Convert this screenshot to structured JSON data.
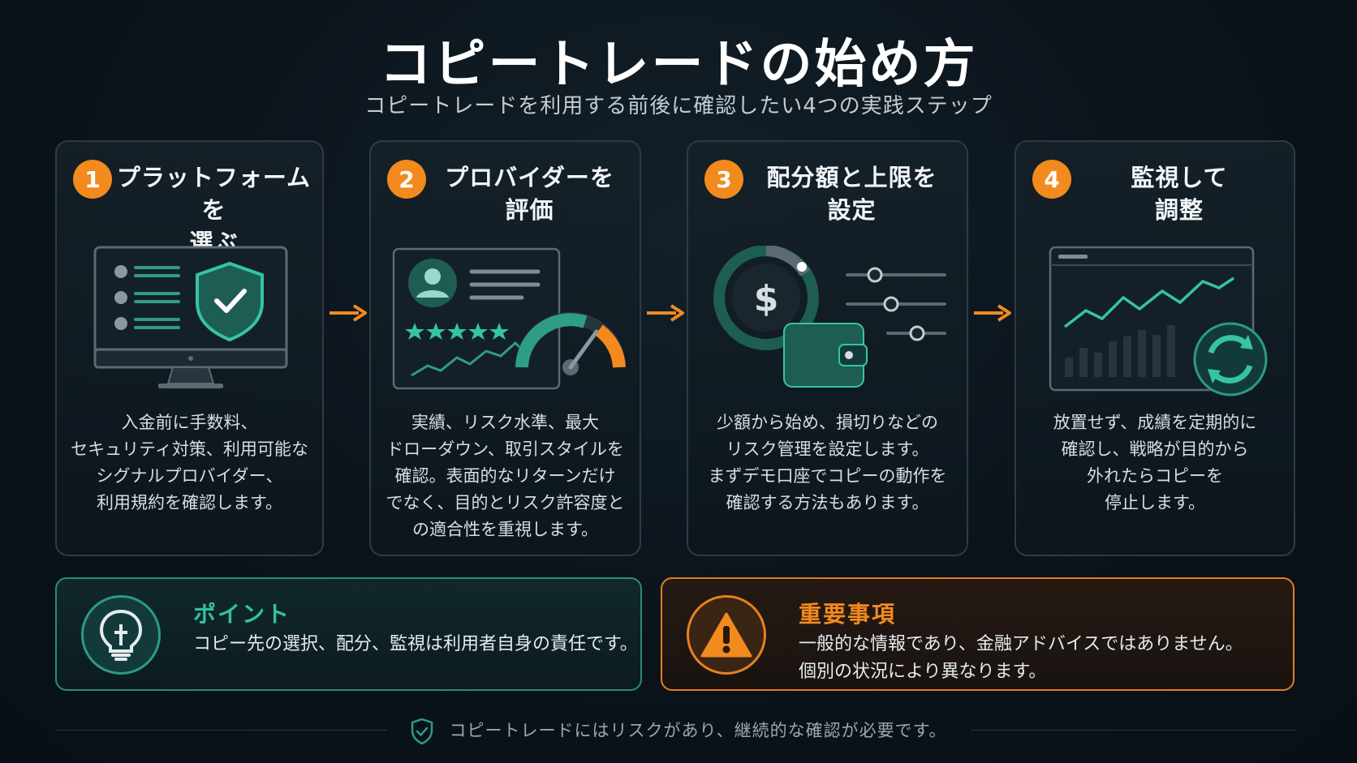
{
  "header": {
    "title": "コピートレードの始め方",
    "subtitle": "コピートレードを利用する前後に確認したい4つの実践ステップ"
  },
  "steps": [
    {
      "number": "1",
      "title_line1": "プラットフォームを",
      "title_line2": "選ぶ",
      "desc": [
        "入金前に手数料、",
        "セキュリティ対策、利用可能な",
        "シグナルプロバイダー、",
        "利用規約を確認します。"
      ],
      "icon": "monitor-shield-icon"
    },
    {
      "number": "2",
      "title_line1": "プロバイダーを",
      "title_line2": "評価",
      "desc": [
        "実績、リスク水準、最大",
        "ドローダウン、取引スタイルを",
        "確認。表面的なリターンだけ",
        "でなく、目的とリスク許容度と",
        "の適合性を重視します。"
      ],
      "icon": "profile-gauge-icon"
    },
    {
      "number": "3",
      "title_line1": "配分額と上限を",
      "title_line2": "設定",
      "desc": [
        "少額から始め、損切りなどの",
        "リスク管理を設定します。",
        "まずデモ口座でコピーの動作を",
        "確認する方法もあります。"
      ],
      "icon": "dollar-wallet-sliders-icon"
    },
    {
      "number": "4",
      "title_line1": "監視して",
      "title_line2": "調整",
      "desc": [
        "放置せず、成績を定期的に",
        "確認し、戦略が目的から",
        "外れたらコピーを",
        "停止します。"
      ],
      "icon": "chart-refresh-icon"
    }
  ],
  "point": {
    "heading": "ポイント",
    "body": "コピー先の選択、配分、監視は利用者自身の責任です。",
    "icon": "lightbulb-icon"
  },
  "warning": {
    "heading": "重要事項",
    "body_line1": "一般的な情報であり、金融アドバイスではありません。",
    "body_line2": "個別の状況により異なります。",
    "icon": "warning-icon"
  },
  "footer": {
    "text": "コピートレードにはリスクがあり、継続的な確認が必要です。",
    "icon": "shield-check-icon"
  },
  "colors": {
    "accent_orange": "#f28a1e",
    "accent_teal": "#31c2a2",
    "background": "#0b131a"
  }
}
